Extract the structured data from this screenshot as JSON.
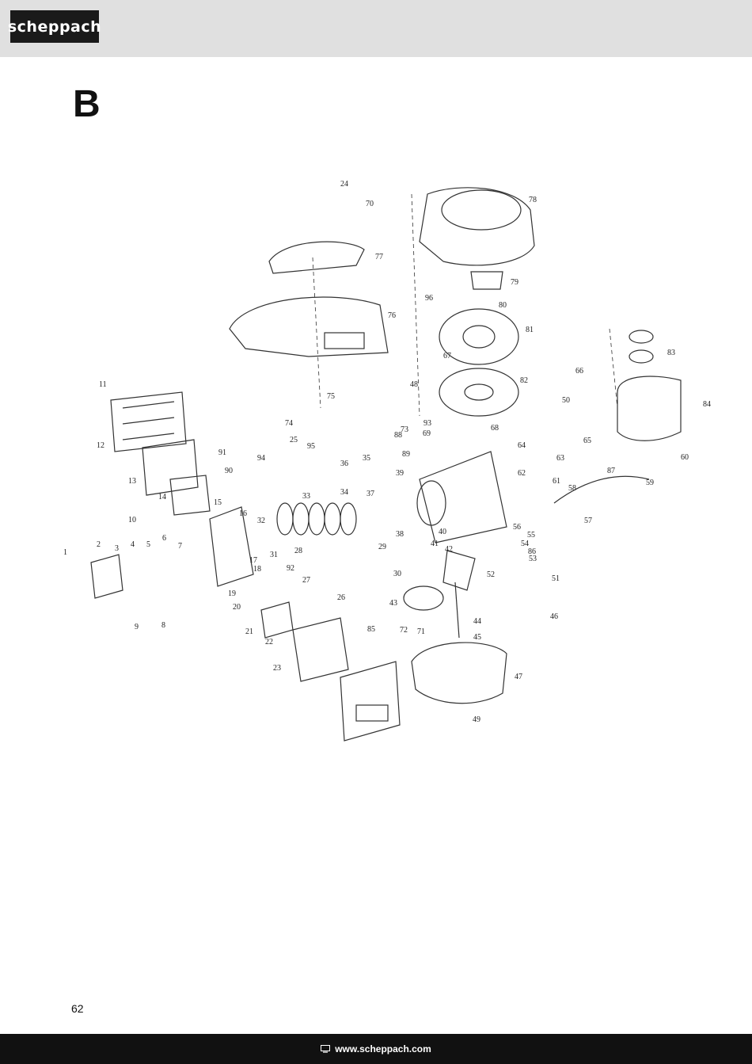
{
  "header": {
    "brand": "scheppach"
  },
  "section": {
    "letter": "B"
  },
  "diagram": {
    "part_numbers": [
      "1",
      "2",
      "3",
      "4",
      "5",
      "6",
      "7",
      "8",
      "9",
      "10",
      "11",
      "12",
      "13",
      "14",
      "15",
      "16",
      "17",
      "18",
      "19",
      "20",
      "21",
      "22",
      "23",
      "24",
      "25",
      "26",
      "27",
      "28",
      "29",
      "30",
      "31",
      "32",
      "33",
      "34",
      "35",
      "36",
      "37",
      "38",
      "39",
      "40",
      "41",
      "42",
      "43",
      "44",
      "45",
      "46",
      "47",
      "48",
      "49",
      "50",
      "51",
      "52",
      "53",
      "54",
      "55",
      "56",
      "57",
      "58",
      "59",
      "60",
      "61",
      "62",
      "63",
      "64",
      "65",
      "66",
      "67",
      "68",
      "69",
      "70",
      "71",
      "72",
      "73",
      "74",
      "75",
      "76",
      "77",
      "78",
      "79",
      "80",
      "81",
      "82",
      "83",
      "84",
      "85",
      "86",
      "87",
      "88",
      "89",
      "90",
      "91",
      "92",
      "93",
      "94",
      "95",
      "96"
    ]
  },
  "page": {
    "number": "62"
  },
  "footer": {
    "website": "www.scheppach.com",
    "icon": "monitor-icon"
  }
}
